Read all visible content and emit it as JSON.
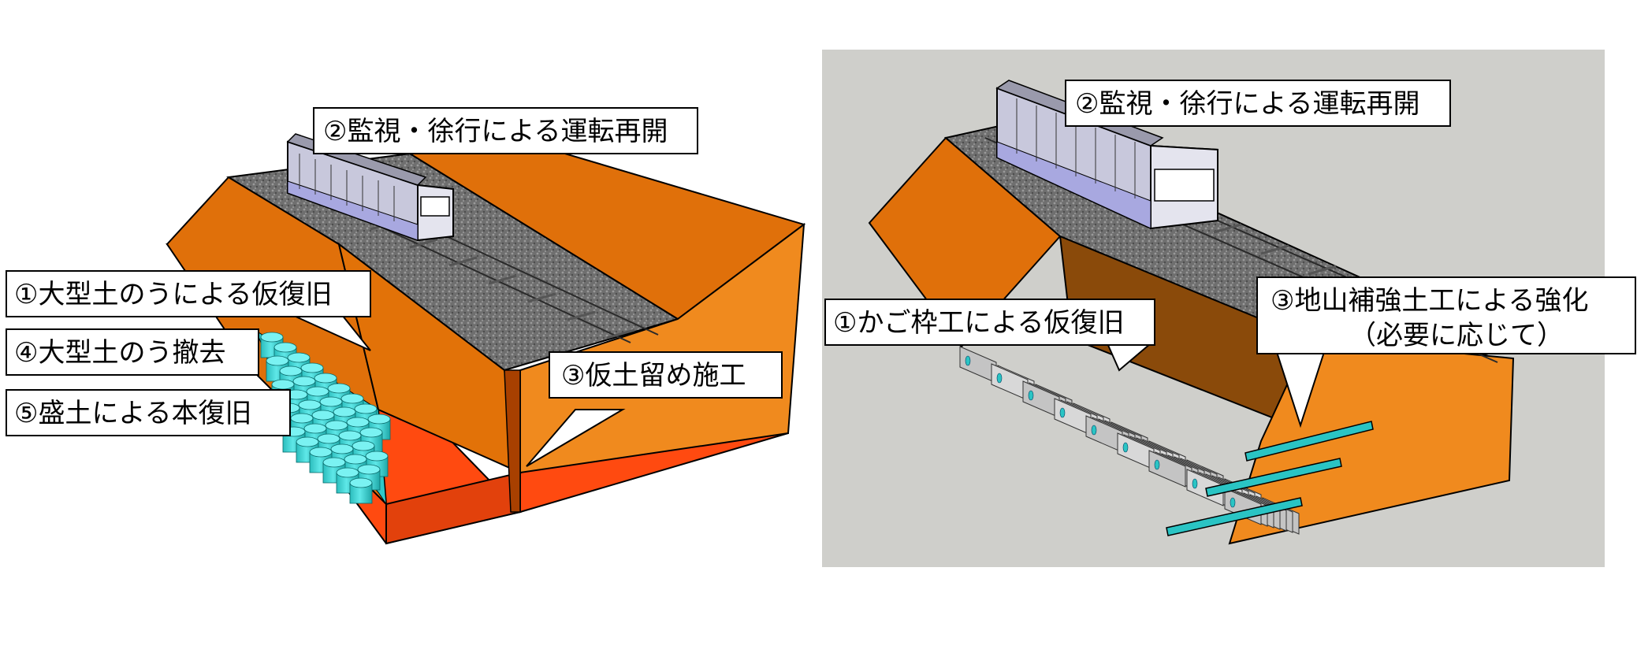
{
  "left_panel": {
    "label_1": "①大型土のうによる仮復旧",
    "label_2": "②監視・徐行による運転再開",
    "label_3": "③仮土留め施工",
    "label_4": "④大型土のう撤去",
    "label_5": "⑤盛土による本復旧"
  },
  "right_panel": {
    "label_1": "①かご枠工による仮復旧",
    "label_2": "②監視・徐行による運転再開",
    "label_3_line1": "③地山補強土工による強化",
    "label_3_line2": "（必要に応じて）"
  },
  "colors": {
    "embankment_orange": "#E0700A",
    "slope_orange": "#F08A1E",
    "base_red": "#FF4A10",
    "ballast_gray": "#7a7a7a",
    "sandbag_cyan": "#3CD7D7",
    "gabion_gray": "#D2D2D2",
    "background_panel": "#CFCFCB",
    "nail_cyan": "#2AC4C4",
    "train_body": "#C8C8DC"
  },
  "icons": {
    "train_left": "train-icon",
    "train_right": "train-icon"
  }
}
